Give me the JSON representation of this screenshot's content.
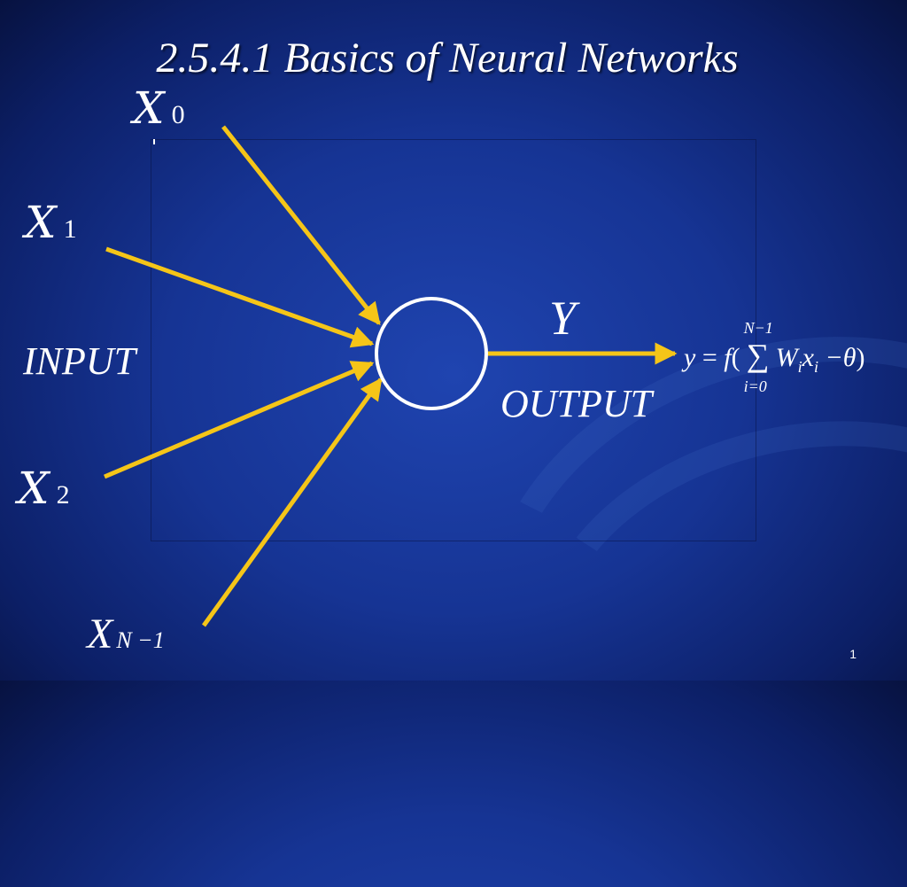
{
  "title": "2.5.4.1 Basics of Neural Networks",
  "inputs": {
    "x0": {
      "symbol": "X",
      "sub": "0"
    },
    "x1": {
      "symbol": "X",
      "sub": "1"
    },
    "x2": {
      "symbol": "X",
      "sub": "2"
    },
    "xn": {
      "symbol": "X",
      "sub": "N −1"
    }
  },
  "input_label": "INPUT",
  "output_symbol": "Y",
  "output_label": "OUTPUT",
  "formula": {
    "lhs": "y",
    "eq": "=",
    "f": "f",
    "sum_upper": "N−1",
    "sum_lower": "i=0",
    "term": "W",
    "term_sub": "i",
    "term2": "x",
    "term2_sub": "i",
    "rest": "−θ"
  },
  "page_number": "1",
  "colors": {
    "arrow": "#f5c518",
    "neuron": "#ffffff"
  }
}
